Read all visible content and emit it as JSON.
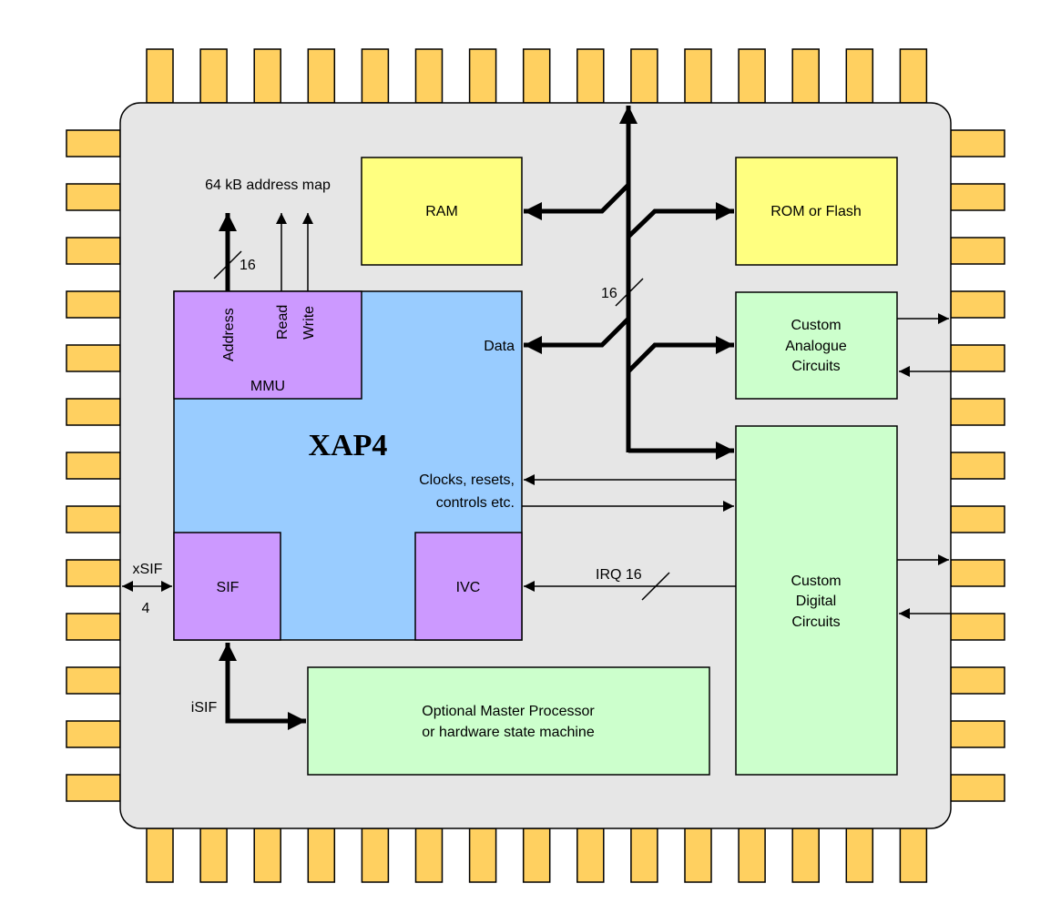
{
  "colors": {
    "pin": "#ffd060",
    "chip": "#e6e6e6",
    "memory": "#ffff80",
    "custom": "#ccffcc",
    "core": "#99ccff",
    "sub": "#cc99ff"
  },
  "core": {
    "title": "XAP4",
    "mmu": "MMU",
    "sif": "SIF",
    "ivc": "IVC",
    "address": "Address",
    "read": "Read",
    "write": "Write",
    "data": "Data",
    "clocks_line1": "Clocks, resets,",
    "clocks_line2": "controls etc."
  },
  "address_map": "64 kB address map",
  "address_width": "16",
  "bus_width": "16",
  "ram": "RAM",
  "rom": "ROM or Flash",
  "analogue": {
    "line1": "Custom",
    "line2": "Analogue",
    "line3": "Circuits"
  },
  "digital": {
    "line1": "Custom",
    "line2": "Digital",
    "line3": "Circuits"
  },
  "irq": "IRQ 16",
  "xsif": "xSIF",
  "xsif_width": "4",
  "isif": "iSIF",
  "master": {
    "line1": "Optional Master Processor",
    "line2": "or hardware state machine"
  }
}
